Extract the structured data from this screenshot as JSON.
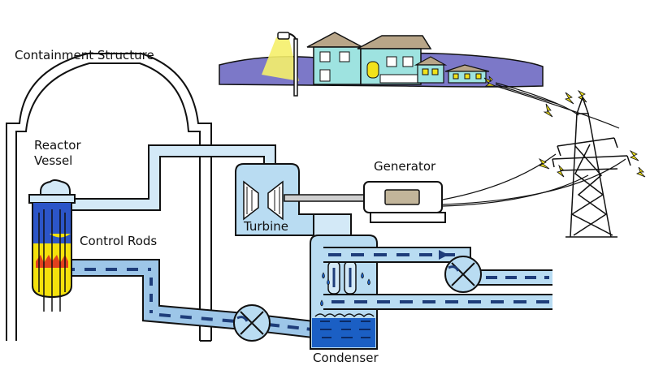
{
  "labels": {
    "containment": "Containment Structure",
    "reactor_line1": "Reactor",
    "reactor_line2": "Vessel",
    "generator": "Generator",
    "turbine": "Turbine",
    "control_rods": "Control Rods",
    "condenser": "Condenser"
  },
  "colors": {
    "outline": "#111111",
    "pipe": "#b9dcf2",
    "pipe_hot": "#9dc6e8",
    "flow_dash": "#1e3d7a",
    "ground": "#7c78c8",
    "water": "#1b5fc4",
    "fuel_yellow": "#f4e10c",
    "fuel_blue": "#2c55c8",
    "fuel_red": "#e2401e",
    "spark": "#f1e21a",
    "lamp": "#f5ef6a"
  },
  "icons": [
    "house-icon",
    "street-lamp-icon",
    "transmission-tower-icon",
    "turbine-icon",
    "generator-icon",
    "pump-icon",
    "spark-icon"
  ]
}
